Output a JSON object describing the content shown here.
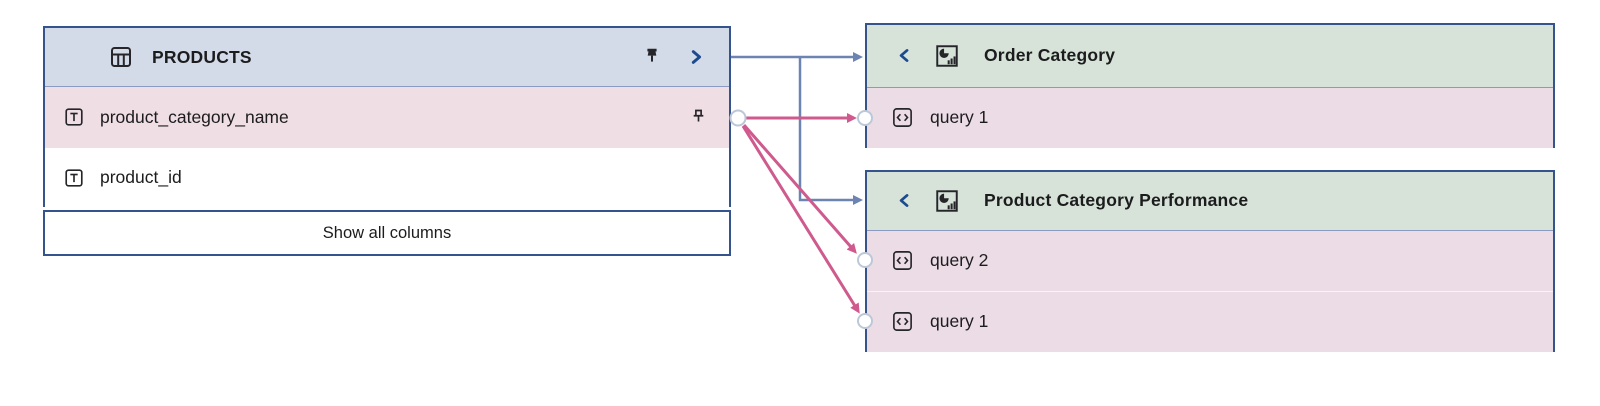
{
  "colors": {
    "panel-border": "#35548e",
    "divider": "#8a9ac2",
    "table-header-bg": "#d3dae8",
    "dashboard-header-bg": "#d7e3d9",
    "highlight-row-bg": "#efdee4",
    "query-row-bg": "#ebdce5",
    "connector-blue": "#6d84b2",
    "connector-pink": "#cf5a8e",
    "chevron": "#1c4a8f",
    "icon": "#26262a",
    "text": "#1c1c1e",
    "circle-stroke": "#bcc8d8"
  },
  "table_panel": {
    "title": "PRODUCTS",
    "type_icon": "table-icon",
    "pin_icon": "pin-filled-icon",
    "expand_icon": "chevron-right-icon",
    "columns": [
      {
        "label": "product_category_name",
        "type_icon": "text-type-icon",
        "pin_icon": "pin-outline-icon",
        "highlighted": true
      },
      {
        "label": "product_id",
        "type_icon": "text-type-icon",
        "highlighted": false
      }
    ],
    "footer": {
      "label": "Show all columns"
    }
  },
  "dashboard_panels": [
    {
      "title": "Order Category",
      "collapse_icon": "chevron-left-icon",
      "type_icon": "dashboard-icon",
      "queries": [
        {
          "label": "query 1",
          "icon": "code-icon"
        }
      ]
    },
    {
      "title": "Product Category Performance",
      "collapse_icon": "chevron-left-icon",
      "type_icon": "dashboard-icon",
      "queries": [
        {
          "label": "query 2",
          "icon": "code-icon"
        },
        {
          "label": "query 1",
          "icon": "code-icon"
        }
      ]
    }
  ],
  "connections": [
    {
      "from": "PRODUCTS",
      "to": "Order Category",
      "style": "blue"
    },
    {
      "from": "PRODUCTS",
      "to": "Product Category Performance",
      "style": "blue"
    },
    {
      "from": "product_category_name",
      "to": "Order Category : query 1",
      "style": "pink"
    },
    {
      "from": "product_category_name",
      "to": "Product Category Performance : query 2",
      "style": "pink"
    },
    {
      "from": "product_category_name",
      "to": "Product Category Performance : query 1",
      "style": "pink"
    }
  ]
}
